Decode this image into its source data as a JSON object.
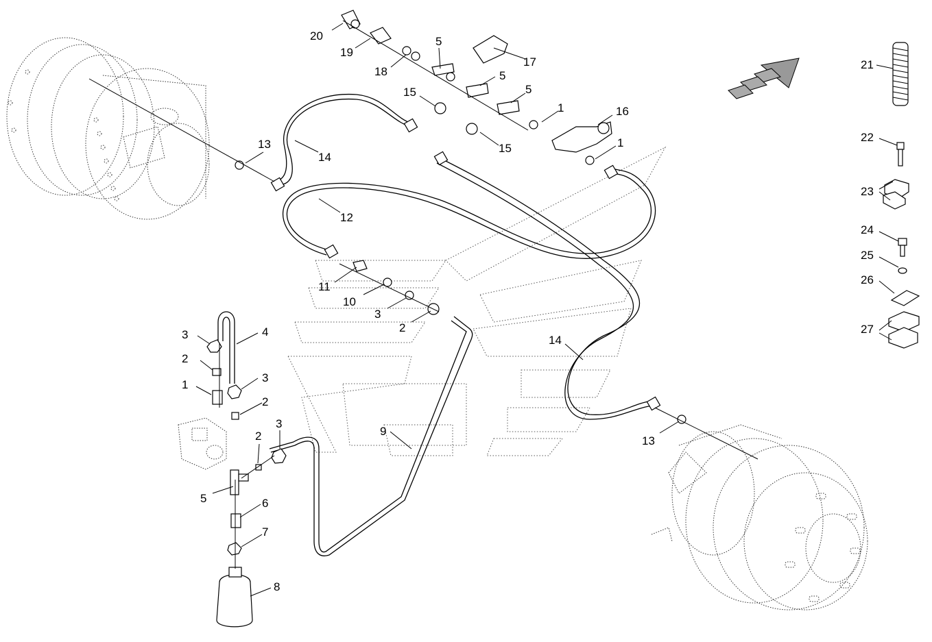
{
  "labels": {
    "c1a": "1",
    "c1b": "1",
    "c1c": "1",
    "c2a": "2",
    "c2b": "2",
    "c2c": "2",
    "c2d": "2",
    "c3a": "3",
    "c3b": "3",
    "c3c": "3",
    "c3d": "3",
    "c4": "4",
    "c5a": "5",
    "c5b": "5",
    "c5c": "5",
    "c5d": "5",
    "c6": "6",
    "c7": "7",
    "c8": "8",
    "c9": "9",
    "c10": "10",
    "c11": "11",
    "c12": "12",
    "c13a": "13",
    "c13b": "13",
    "c14a": "14",
    "c14b": "14",
    "c15a": "15",
    "c15b": "15",
    "c16": "16",
    "c17": "17",
    "c18": "18",
    "c19": "19",
    "c20": "20",
    "c21": "21",
    "c22": "22",
    "c23": "23",
    "c24": "24",
    "c25": "25",
    "c26": "26",
    "c27": "27"
  },
  "colors": {
    "line": "#000000",
    "background": "#ffffff",
    "arrow_fill": "#999999"
  },
  "icons": {
    "direction_arrow": "direction-arrow-icon"
  }
}
